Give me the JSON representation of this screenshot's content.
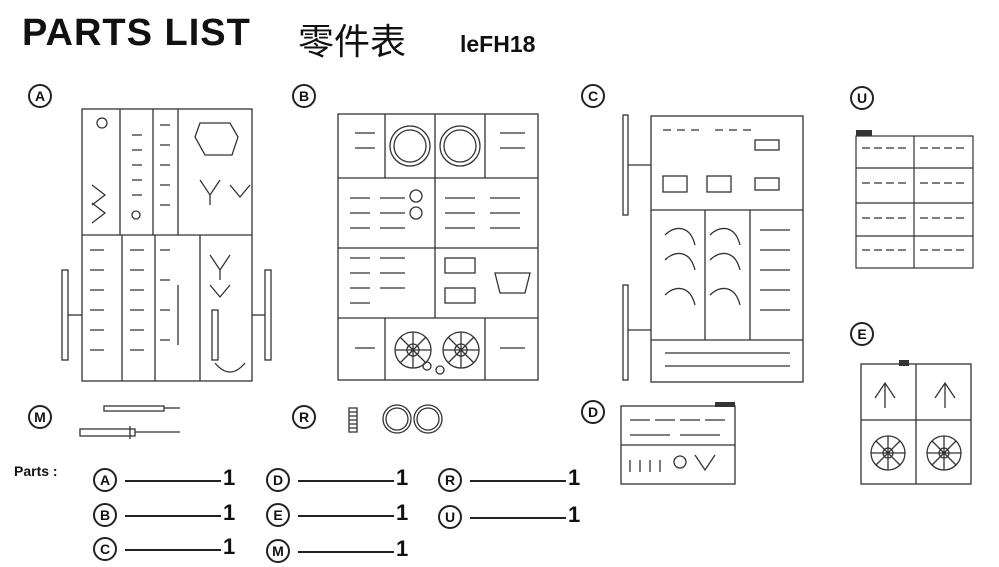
{
  "header": {
    "title": "PARTS LIST",
    "title_cjk": "零件表",
    "model": "leFH18"
  },
  "sprues": [
    {
      "letter": "A"
    },
    {
      "letter": "B"
    },
    {
      "letter": "C"
    },
    {
      "letter": "U"
    },
    {
      "letter": "M"
    },
    {
      "letter": "R"
    },
    {
      "letter": "D"
    },
    {
      "letter": "E"
    }
  ],
  "parts_label": "Parts :",
  "parts": [
    {
      "letter": "A",
      "qty": "1"
    },
    {
      "letter": "B",
      "qty": "1"
    },
    {
      "letter": "C",
      "qty": "1"
    },
    {
      "letter": "D",
      "qty": "1"
    },
    {
      "letter": "E",
      "qty": "1"
    },
    {
      "letter": "M",
      "qty": "1"
    },
    {
      "letter": "R",
      "qty": "1"
    },
    {
      "letter": "U",
      "qty": "1"
    }
  ]
}
